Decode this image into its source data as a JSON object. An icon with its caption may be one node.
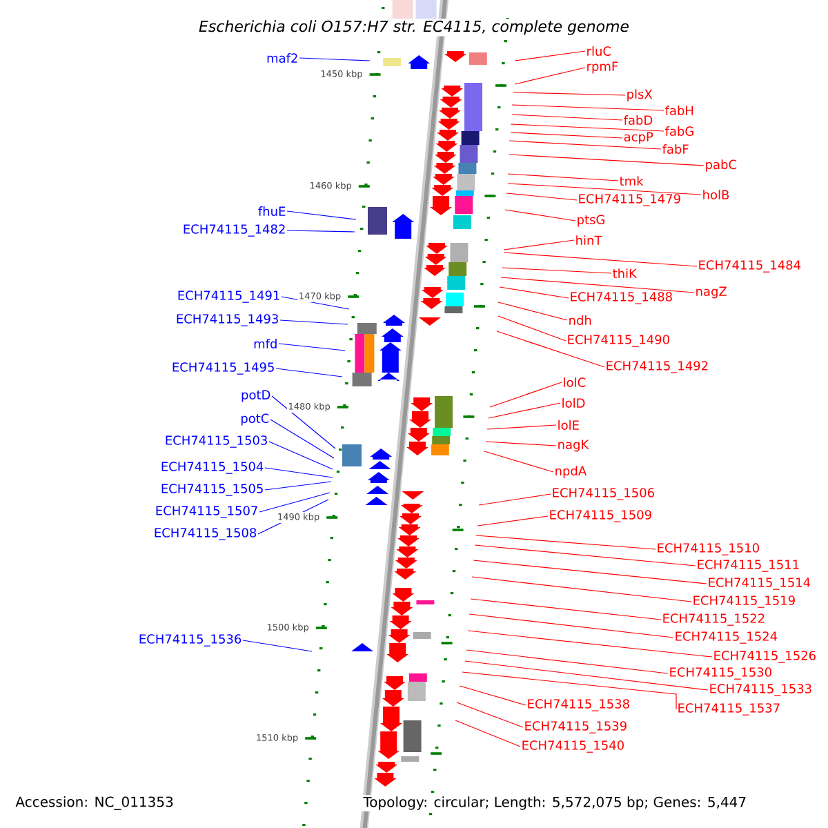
{
  "diagram": {
    "title": "Escherichia coli O157:H7 str. EC4115, complete genome",
    "nodes": [
      {
        "text": [
          "maf2"
        ]
      },
      {
        "text": [
          "fhuE"
        ]
      },
      {
        "text": [
          "ECH74115_1482"
        ]
      },
      {
        "text": [
          "ECH74115_1491"
        ]
      },
      {
        "text": [
          "ECH74115_1493"
        ]
      },
      {
        "text": [
          "mfd"
        ]
      },
      {
        "text": [
          "ECH74115_1495"
        ]
      },
      {
        "text": [
          "potD"
        ]
      },
      {
        "text": [
          "potC"
        ]
      },
      {
        "text": [
          "ECH74115_1503"
        ]
      },
      {
        "text": [
          "ECH74115_1504"
        ]
      },
      {
        "text": [
          "ECH74115_1505"
        ]
      },
      {
        "text": [
          "ECH74115_1507"
        ]
      },
      {
        "text": [
          "ECH74115_1508"
        ]
      },
      {
        "text": [
          "ECH74115_1536"
        ]
      },
      {
        "text": [
          "rluC"
        ]
      },
      {
        "text": [
          "rpmF"
        ]
      },
      {
        "text": [
          "plsX"
        ]
      },
      {
        "text": [
          "fabH"
        ]
      },
      {
        "text": [
          "fabD"
        ]
      },
      {
        "text": [
          "fabG"
        ]
      },
      {
        "text": [
          "acpP"
        ]
      },
      {
        "text": [
          "fabF"
        ]
      },
      {
        "text": [
          "pabC"
        ]
      },
      {
        "text": [
          "tmk"
        ]
      },
      {
        "text": [
          "holB"
        ]
      },
      {
        "text": [
          "ECH74115_1479"
        ]
      },
      {
        "text": [
          "ptsG"
        ]
      },
      {
        "text": [
          "hinT"
        ]
      },
      {
        "text": [
          "ECH74115_1484"
        ]
      },
      {
        "text": [
          "thiK"
        ]
      },
      {
        "text": [
          "nagZ"
        ]
      },
      {
        "text": [
          "ECH74115_1488"
        ]
      },
      {
        "text": [
          "ndh"
        ]
      },
      {
        "text": [
          "ECH74115_1490"
        ]
      },
      {
        "text": [
          "ECH74115_1492"
        ]
      },
      {
        "text": [
          "lolC"
        ]
      },
      {
        "text": [
          "lolD"
        ]
      },
      {
        "text": [
          "lolE"
        ]
      },
      {
        "text": [
          "nagK"
        ]
      },
      {
        "text": [
          "npdA"
        ]
      },
      {
        "text": [
          "ECH74115_1506"
        ]
      },
      {
        "text": [
          "ECH74115_1509"
        ]
      },
      {
        "text": [
          "ECH74115_1510"
        ]
      },
      {
        "text": [
          "ECH74115_1511"
        ]
      },
      {
        "text": [
          "ECH74115_1514"
        ]
      },
      {
        "text": [
          "ECH74115_1519"
        ]
      },
      {
        "text": [
          "ECH74115_1522"
        ]
      },
      {
        "text": [
          "ECH74115_1524"
        ]
      },
      {
        "text": [
          "ECH74115_1526"
        ]
      },
      {
        "text": [
          "ECH74115_1530"
        ]
      },
      {
        "text": [
          "ECH74115_1533"
        ]
      },
      {
        "text": [
          "ECH74115_1538"
        ]
      },
      {
        "text": [
          "ECH74115_1537"
        ]
      },
      {
        "text": [
          "ECH74115_1539"
        ]
      },
      {
        "text": [
          "ECH74115_1540"
        ]
      }
    ],
    "edges": [
      {
        "from": 0,
        "to": null,
        "arrow": "none",
        "color": "#0000ff"
      },
      {
        "from": 1,
        "to": null,
        "arrow": "none",
        "color": "#0000ff"
      },
      {
        "from": 2,
        "to": null,
        "arrow": "none",
        "color": "#0000ff"
      },
      {
        "from": 3,
        "to": null,
        "arrow": "none",
        "color": "#0000ff"
      },
      {
        "from": 4,
        "to": null,
        "arrow": "none",
        "color": "#0000ff"
      },
      {
        "from": 5,
        "to": null,
        "arrow": "none",
        "color": "#0000ff"
      },
      {
        "from": 6,
        "to": null,
        "arrow": "none",
        "color": "#0000ff"
      },
      {
        "from": 7,
        "to": null,
        "arrow": "none",
        "color": "#0000ff"
      },
      {
        "from": 8,
        "to": null,
        "arrow": "none",
        "color": "#0000ff"
      },
      {
        "from": 9,
        "to": null,
        "arrow": "none",
        "color": "#0000ff"
      },
      {
        "from": 10,
        "to": null,
        "arrow": "none",
        "color": "#0000ff"
      },
      {
        "from": 11,
        "to": null,
        "arrow": "none",
        "color": "#0000ff"
      },
      {
        "from": 12,
        "to": null,
        "arrow": "none",
        "color": "#0000ff"
      },
      {
        "from": 13,
        "to": null,
        "arrow": "none",
        "color": "#0000ff"
      },
      {
        "from": 14,
        "to": null,
        "arrow": "none",
        "color": "#0000ff"
      },
      {
        "from": 15,
        "to": null,
        "arrow": "none"
      },
      {
        "from": 16,
        "to": null,
        "arrow": "none"
      },
      {
        "from": 17,
        "to": null,
        "arrow": "none"
      },
      {
        "from": 18,
        "to": null,
        "arrow": "none"
      },
      {
        "from": 19,
        "to": null,
        "arrow": "none"
      },
      {
        "from": 20,
        "to": null,
        "arrow": "none"
      },
      {
        "from": 21,
        "to": null,
        "arrow": "none"
      },
      {
        "from": 22,
        "to": null,
        "arrow": "none"
      },
      {
        "from": 23,
        "to": null,
        "arrow": "none"
      },
      {
        "from": 24,
        "to": null,
        "arrow": "none"
      },
      {
        "from": 25,
        "to": null,
        "arrow": "none"
      },
      {
        "from": 26,
        "to": null,
        "arrow": "none"
      },
      {
        "from": 27,
        "to": null,
        "arrow": "none"
      },
      {
        "from": 28,
        "to": null,
        "arrow": "none"
      },
      {
        "from": 29,
        "to": null,
        "arrow": "none"
      },
      {
        "from": 30,
        "to": null,
        "arrow": "none"
      },
      {
        "from": 31,
        "to": null,
        "arrow": "none"
      },
      {
        "from": 32,
        "to": null,
        "arrow": "none"
      },
      {
        "from": 33,
        "to": null,
        "arrow": "none"
      },
      {
        "from": 34,
        "to": null,
        "arrow": "none"
      },
      {
        "from": 35,
        "to": null,
        "arrow": "none"
      },
      {
        "from": 36,
        "to": null,
        "arrow": "none"
      },
      {
        "from": 37,
        "to": null,
        "arrow": "none"
      },
      {
        "from": 38,
        "to": null,
        "arrow": "none"
      },
      {
        "from": 39,
        "to": null,
        "arrow": "none"
      },
      {
        "from": 40,
        "to": null,
        "arrow": "none"
      },
      {
        "from": 41,
        "to": null,
        "arrow": "none"
      },
      {
        "from": 42,
        "to": null,
        "arrow": "none"
      },
      {
        "from": 43,
        "to": null,
        "arrow": "none"
      },
      {
        "from": 44,
        "to": null,
        "arrow": "none"
      },
      {
        "from": 45,
        "to": null,
        "arrow": "none"
      },
      {
        "from": 46,
        "to": null,
        "arrow": "none"
      },
      {
        "from": 47,
        "to": null,
        "arrow": "none"
      },
      {
        "from": 48,
        "to": null,
        "arrow": "none"
      },
      {
        "from": 49,
        "to": null,
        "arrow": "none"
      },
      {
        "from": 50,
        "to": null,
        "arrow": "none"
      },
      {
        "from": 51,
        "to": null,
        "arrow": "none"
      },
      {
        "from": 52,
        "to": null,
        "arrow": "none"
      },
      {
        "from": 53,
        "to": null,
        "arrow": "none"
      },
      {
        "from": 54,
        "to": null,
        "arrow": "none"
      },
      {
        "from": 55,
        "to": null,
        "arrow": "none"
      }
    ],
    "labels": [
      "1450 kbp",
      "1460 kbp",
      "1470 kbp",
      "1480 kbp",
      "1490 kbp",
      "1500 kbp",
      "1510 kbp",
      "Accession: NC_011353",
      "Topology: circular; Length: 5,572,075 bp; Genes: 5,447"
    ]
  }
}
